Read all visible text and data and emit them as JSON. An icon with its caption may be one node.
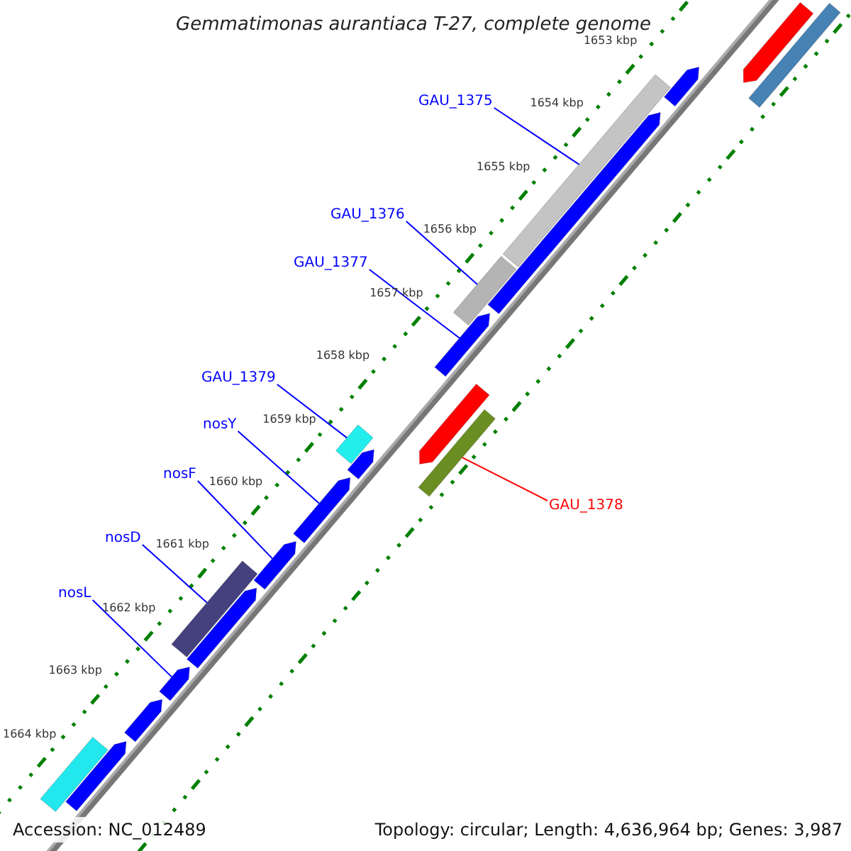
{
  "diagram": {
    "title": "Gemmatimonas aurantiaca T-27, complete genome",
    "nodes": [
      {
        "text": [
          "GAU_1375"
        ]
      },
      {
        "text": [
          "GAU_1376"
        ]
      },
      {
        "text": [
          "GAU_1377"
        ]
      },
      {
        "text": [
          "GAU_1379"
        ]
      },
      {
        "text": [
          "nosY"
        ]
      },
      {
        "text": [
          "nosF"
        ]
      },
      {
        "text": [
          "GAU_1378"
        ]
      },
      {
        "text": [
          "nosD"
        ]
      },
      {
        "text": [
          "nosL"
        ]
      },
      {
        "text": [],
        "shape": "bar"
      },
      {
        "text": [],
        "shape": "bar"
      },
      {
        "text": [],
        "shape": "bar"
      },
      {
        "text": [],
        "shape": "bar"
      },
      {
        "text": [],
        "shape": "bar"
      },
      {
        "text": [],
        "shape": "bar"
      },
      {
        "text": [],
        "shape": "bar"
      },
      {
        "text": [],
        "shape": "bar"
      },
      {
        "text": [],
        "shape": "bar"
      },
      {
        "text": [],
        "shape": "bar"
      },
      {
        "text": [],
        "shape": "bar"
      },
      {
        "text": [],
        "shape": "bar"
      },
      {
        "text": [],
        "shape": "bar"
      },
      {
        "text": [],
        "shape": "bar"
      },
      {
        "text": [],
        "shape": "bar"
      },
      {
        "text": [],
        "shape": "bar"
      },
      {
        "text": [],
        "shape": "bar"
      },
      {
        "text": [],
        "shape": "bar"
      },
      {
        "text": [],
        "shape": "bar"
      }
    ],
    "edges": [
      {
        "from": 0,
        "to": 12,
        "arrow": "none"
      },
      {
        "from": 1,
        "to": 14,
        "arrow": "none"
      },
      {
        "from": 2,
        "to": 15,
        "arrow": "none"
      },
      {
        "from": 3,
        "to": 18,
        "arrow": "none"
      },
      {
        "from": 4,
        "to": 20,
        "arrow": "none"
      },
      {
        "from": 5,
        "to": 21,
        "arrow": "none"
      },
      {
        "from": 6,
        "to": 17,
        "arrow": "none",
        "color": "#ff0000"
      },
      {
        "from": 7,
        "to": 22,
        "arrow": "none"
      },
      {
        "from": 8,
        "to": 24,
        "arrow": "none"
      }
    ],
    "labels": [
      "1653 kbp",
      "1654 kbp",
      "1655 kbp",
      "1656 kbp",
      "1657 kbp",
      "1658 kbp",
      "1659 kbp",
      "1660 kbp",
      "1661 kbp",
      "1662 kbp",
      "1663 kbp",
      "1664 kbp",
      "Accession: NC_012489",
      "Topology: circular; Length: 4,636,964 bp; Genes: 3,987"
    ]
  }
}
